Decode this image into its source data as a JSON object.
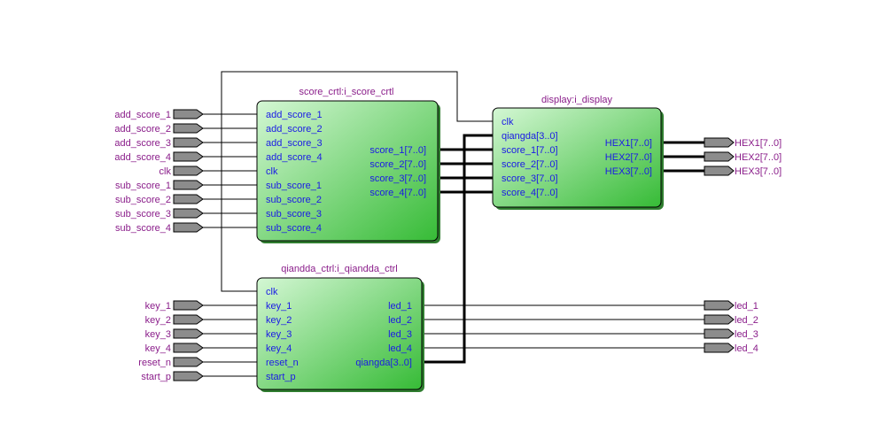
{
  "modules": {
    "score": {
      "title": "score_crtl:i_score_crtl",
      "inputs": [
        "add_score_1",
        "add_score_2",
        "add_score_3",
        "add_score_4",
        "clk",
        "sub_score_1",
        "sub_score_2",
        "sub_score_3",
        "sub_score_4"
      ],
      "outputs": [
        "score_1[7..0]",
        "score_2[7..0]",
        "score_3[7..0]",
        "score_4[7..0]"
      ]
    },
    "display": {
      "title": "display:i_display",
      "inputs": [
        "clk",
        "qiangda[3..0]",
        "score_1[7..0]",
        "score_2[7..0]",
        "score_3[7..0]",
        "score_4[7..0]"
      ],
      "outputs": [
        "HEX1[7..0]",
        "HEX2[7..0]",
        "HEX3[7..0]"
      ]
    },
    "qiangda": {
      "title": "qiandda_ctrl:i_qiandda_ctrl",
      "inputs": [
        "clk",
        "key_1",
        "key_2",
        "key_3",
        "key_4",
        "reset_n",
        "start_p"
      ],
      "outputs": [
        "led_1",
        "led_2",
        "led_3",
        "led_4",
        "qiangda[3..0]"
      ]
    }
  },
  "input_pins": [
    "add_score_1",
    "add_score_2",
    "add_score_3",
    "add_score_4",
    "clk",
    "sub_score_1",
    "sub_score_2",
    "sub_score_3",
    "sub_score_4",
    "key_1",
    "key_2",
    "key_3",
    "key_4",
    "reset_n",
    "start_p"
  ],
  "output_pins": [
    "HEX1[7..0]",
    "HEX2[7..0]",
    "HEX3[7..0]",
    "led_1",
    "led_2",
    "led_3",
    "led_4"
  ],
  "colors": {
    "pin_label": "#8a1d8a",
    "port_label": "#1a1ae6",
    "block_fill_light": "#c8f5c8",
    "block_fill_dark": "#3cbf3c",
    "wire": "#000000",
    "pin_fill": "#8c8c8c"
  }
}
